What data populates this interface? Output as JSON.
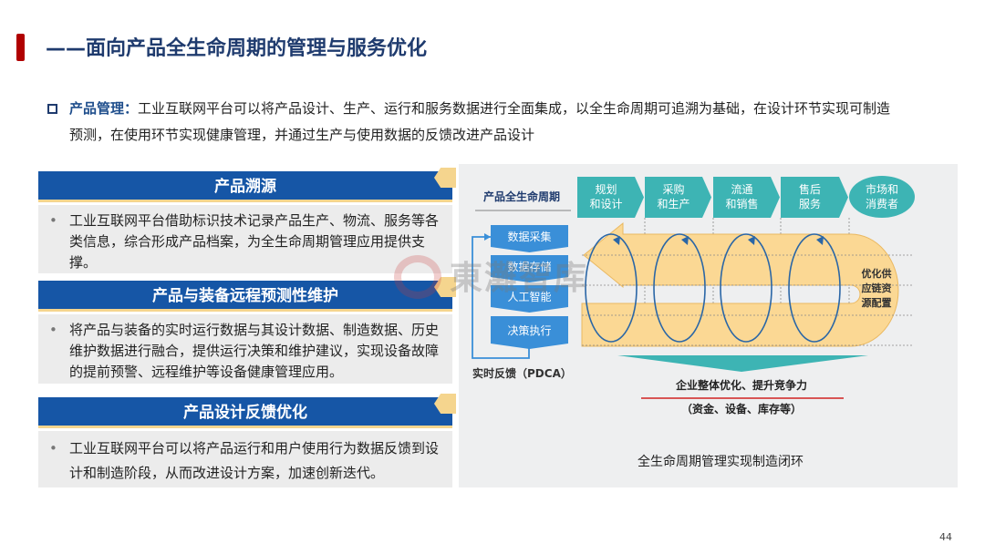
{
  "title": "——面向产品全生命周期的管理与服务优化",
  "intro": {
    "label": "产品管理：",
    "text": "工业互联网平台可以将产品设计、生产、运行和服务数据进行全面集成，以全生命周期可追溯为基础，在设计环节实现可制造",
    "text2": "预测，在使用环节实现健康管理，并通过生产与使用数据的反馈改进产品设计"
  },
  "cards": [
    {
      "title": "产品溯源",
      "body": "工业互联网平台借助标识技术记录产品生产、物流、服务等各类信息，综合形成产品档案，为全生命周期管理应用提供支撑。"
    },
    {
      "title": "产品与装备远程预测性维护",
      "body": "将产品与装备的实时运行数据与其设计数据、制造数据、历史维护数据进行融合，提供运行决策和维护建议，实现设备故障的提前预警、远程维护等设备健康管理应用。"
    },
    {
      "title": "产品设计反馈优化",
      "body": "工业互联网平台可以将产品运行和用户使用行为数据反馈到设计和制造阶段，从而改进设计方案，加速创新迭代。"
    }
  ],
  "diagram": {
    "lifecycle_label": "产品全生命周期",
    "stages": [
      [
        "规划",
        "和设计"
      ],
      [
        "采购",
        "和生产"
      ],
      [
        "流通",
        "和销售"
      ],
      [
        "售后",
        "服务"
      ],
      [
        "市场和",
        "消费者"
      ]
    ],
    "steps": [
      "数据采集",
      "数据存储",
      "人工智能",
      "决策执行"
    ],
    "feedback": "实时反馈（PDCA）",
    "optimize": [
      "优化供",
      "应链资",
      "源配置"
    ],
    "result": "企业整体优化、提升竞争力",
    "result_sub": "（资金、设备、库存等）",
    "caption": "全生命周期管理实现制造闭环",
    "colors": {
      "teal": "#3db4b4",
      "blue": "#3a8fd8",
      "yellow": "#fbd894",
      "ring": "#2a66a6"
    }
  },
  "watermark": "東灘智库",
  "page_number": "44"
}
